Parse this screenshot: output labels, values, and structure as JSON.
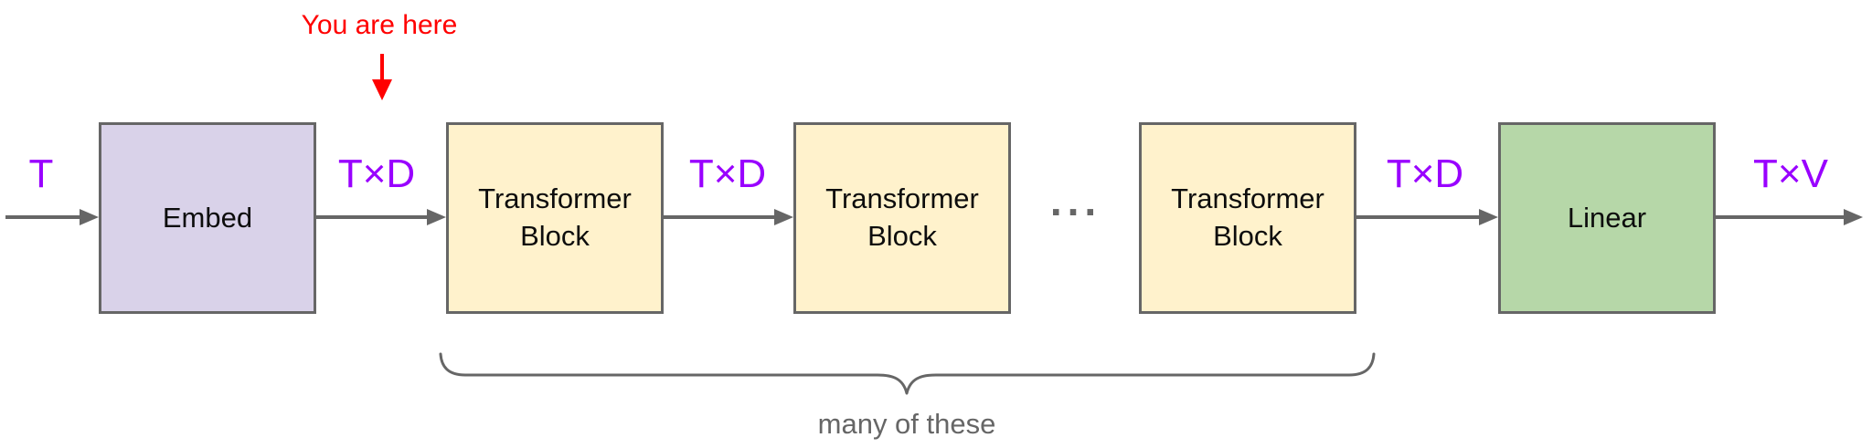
{
  "annotation": {
    "text": "You are here",
    "color": "#ff0000"
  },
  "pipeline": {
    "boxes": [
      {
        "name": "embed",
        "label": "Embed",
        "fill": "#d9d2e9"
      },
      {
        "name": "transformer-block-1",
        "label": "Transformer Block",
        "fill": "#fff2cc"
      },
      {
        "name": "transformer-block-2",
        "label": "Transformer Block",
        "fill": "#fff2cc"
      },
      {
        "name": "transformer-block-3",
        "label": "Transformer Block",
        "fill": "#fff2cc"
      },
      {
        "name": "linear",
        "label": "Linear",
        "fill": "#b6d7a8"
      }
    ],
    "edge_labels": {
      "input": "T",
      "after_embed": "T×D",
      "between_blocks": "T×D",
      "before_linear": "T×D",
      "output": "T×V"
    },
    "ellipsis": "...",
    "label_color": "#9900ff"
  },
  "brace": {
    "label": "many of these",
    "color": "#666666"
  },
  "colors": {
    "stroke_gray": "#666666"
  }
}
